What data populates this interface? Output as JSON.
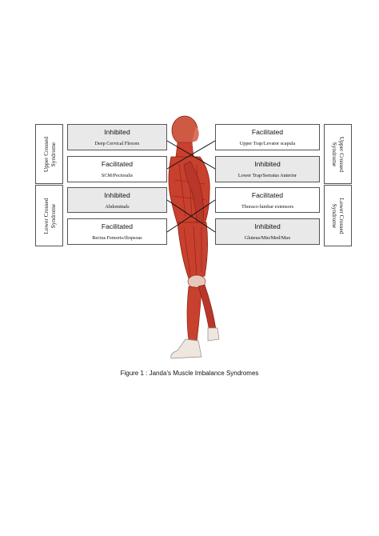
{
  "left_boxes": [
    {
      "title": "Inhibited",
      "muscle": "Deep Cervical Flexors"
    },
    {
      "title": "Facilitated",
      "muscle": "SCM/Pectoralis"
    },
    {
      "title": "Inhibited",
      "muscle": "Abdominals"
    },
    {
      "title": "Facilitated",
      "muscle": "Rectus Femoris/iliopsoas"
    }
  ],
  "right_boxes": [
    {
      "title": "Facilitated",
      "muscle": "Upper Trap/Levator scapula"
    },
    {
      "title": "Inhibited",
      "muscle": "Lower Trap/Serratus Anterior"
    },
    {
      "title": "Facilitated",
      "muscle": "Thoraco-lumbar extensors"
    },
    {
      "title": "Inhibited",
      "muscle": "Gluteus/Min/Med/Max"
    }
  ],
  "side_labels": {
    "upper_left": "Upper Crossed\nSyndrome",
    "lower_left": "Lower Crossed\nSyndrome",
    "upper_right": "Upper Crossed\nSyndrome",
    "lower_right": "Lower Crossed\nSyndrome"
  },
  "caption": "Figure 1 : Janda’s Muscle Imbalance Syndromes",
  "colors": {
    "muscle": "#c8402e",
    "muscle_dark": "#8e1f14",
    "skin": "#f2ece6",
    "shaded_box": "#e9e9e9"
  }
}
